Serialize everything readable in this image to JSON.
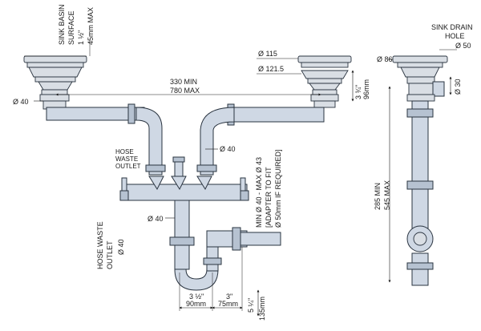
{
  "labels": {
    "sink_basin_surface": [
      "SINK BASIN",
      "SURFACE"
    ],
    "left_height_frac": "1 ½\"",
    "left_height_mm": "45mm MAX",
    "d115": "Ø 115",
    "d1215": "Ø 121.5",
    "span_min": "330 MIN",
    "span_max": "780 MAX",
    "d40_left": "Ø 40",
    "right_height_frac": "3 ¾\"",
    "right_height_mm": "96mm",
    "d40_mid": "Ø 40",
    "hose_waste_outlet_top": [
      "HOSE",
      "WASTE",
      "OUTLET"
    ],
    "d40_bottom": "Ø 40",
    "hose_waste_outlet_side": [
      "HOSE WASTE",
      "OUTLET"
    ],
    "d40_side": "Ø 40",
    "min_max_note": [
      "MIN Ø 40 - MAX Ø 43",
      "[ADAPTER TO FIT",
      "Ø 50mm IF REQUIRED]"
    ],
    "dim_90_frac": "3 ½\"",
    "dim_90_mm": "90mm",
    "dim_75_frac": "3\"",
    "dim_75_mm": "75mm",
    "dim_135_frac": "5 ¼\"",
    "dim_135_mm": "135mm",
    "sink_drain_hole": [
      "SINK DRAIN",
      "HOLE"
    ],
    "d50": "Ø 50",
    "d86": "Ø 86",
    "d30": "Ø 30",
    "side_min": "285 MIN",
    "side_max": "545 MAX"
  }
}
